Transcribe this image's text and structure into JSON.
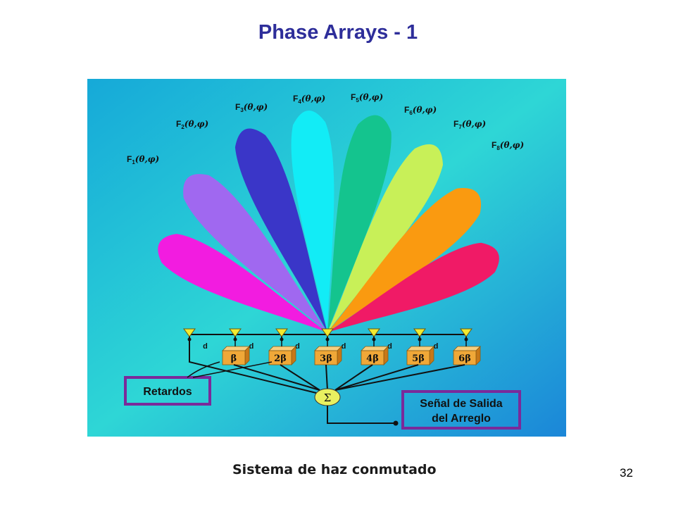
{
  "slide": {
    "title": "Phase Arrays - 1",
    "caption": "Sistema de haz conmutado",
    "page_number": "32"
  },
  "diagram": {
    "background_colors": [
      "#16a9d8",
      "#2ed6d6",
      "#1b86d8"
    ],
    "lobes": [
      {
        "label_main": "F",
        "label_sub": "1",
        "label_args": "(θ,φ)",
        "color": "#f21ce0"
      },
      {
        "label_main": "F",
        "label_sub": "2",
        "label_args": "(θ,φ)",
        "color": "#a068f0"
      },
      {
        "label_main": "F",
        "label_sub": "3",
        "label_args": "(θ,φ)",
        "color": "#3a36c8"
      },
      {
        "label_main": "F",
        "label_sub": "4",
        "label_args": "(θ,φ)",
        "color": "#12ecf6"
      },
      {
        "label_main": "F",
        "label_sub": "5",
        "label_args": "(θ,φ)",
        "color": "#14c48e"
      },
      {
        "label_main": "F",
        "label_sub": "6",
        "label_args": "(θ,φ)",
        "color": "#c8f058"
      },
      {
        "label_main": "F",
        "label_sub": "7",
        "label_args": "(θ,φ)",
        "color": "#fa9a10"
      },
      {
        "label_main": "F",
        "label_sub": "8",
        "label_args": "(θ,φ)",
        "color": "#f01a66"
      }
    ],
    "spacing_label": "d",
    "delays": [
      "β",
      "2β",
      "3β",
      "4β",
      "5β",
      "6β"
    ],
    "summer_symbol": "Σ",
    "delays_box_label": "Retardos",
    "output_box_label_line1": "Señal de Salida",
    "output_box_label_line2": "del Arreglo",
    "box_border_color": "#7a2a9a",
    "delay_box_color": "#f0a838",
    "antenna_color": "#f2ea30",
    "summer_color": "#e8f060"
  }
}
